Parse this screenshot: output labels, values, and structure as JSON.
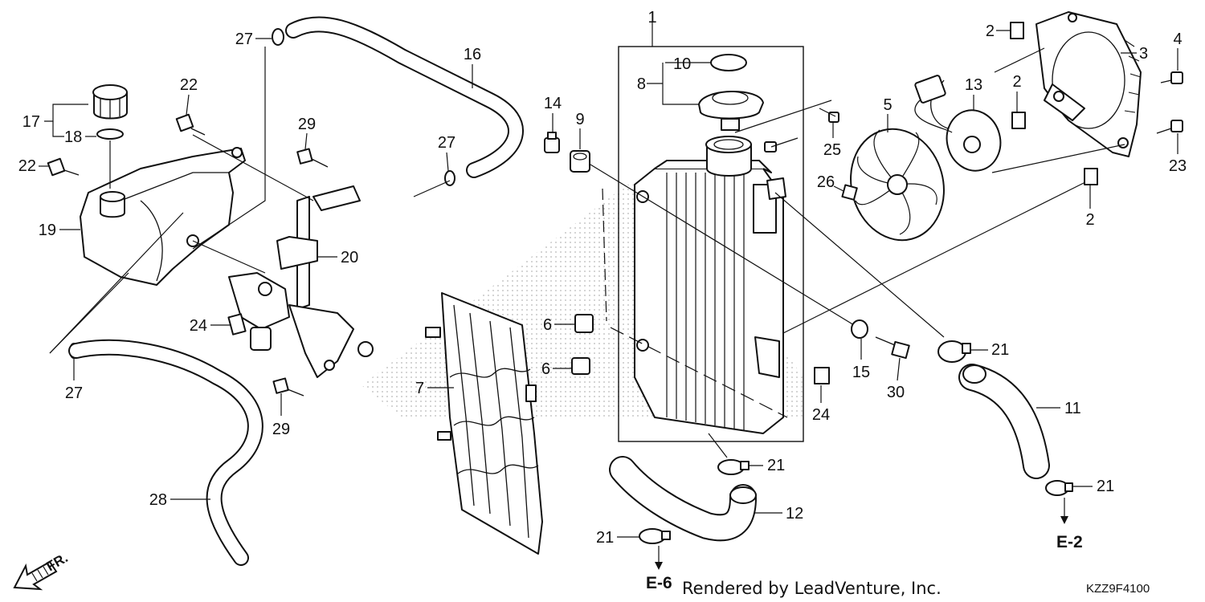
{
  "diagram": {
    "callouts": {
      "c1": "1",
      "c2a": "2",
      "c2b": "2",
      "c2c": "2",
      "c3": "3",
      "c4": "4",
      "c5": "5",
      "c6a": "6",
      "c6b": "6",
      "c7": "7",
      "c8": "8",
      "c9": "9",
      "c10": "10",
      "c11": "11",
      "c12": "12",
      "c13": "13",
      "c14": "14",
      "c15": "15",
      "c16": "16",
      "c17": "17",
      "c18": "18",
      "c19": "19",
      "c20": "20",
      "c21a": "21",
      "c21b": "21",
      "c21c": "21",
      "c21d": "21",
      "c22a": "22",
      "c22b": "22",
      "c23": "23",
      "c24a": "24",
      "c24b": "24",
      "c25": "25",
      "c26": "26",
      "c27a": "27",
      "c27b": "27",
      "c27c": "27",
      "c28": "28",
      "c29a": "29",
      "c29b": "29",
      "c30": "30"
    },
    "refs": {
      "e2": "E-2",
      "e6": "E-6"
    },
    "direction_label": "FR.",
    "footer_text": "Rendered by LeadVenture, Inc.",
    "diagram_code": "KZZ9F4100"
  }
}
